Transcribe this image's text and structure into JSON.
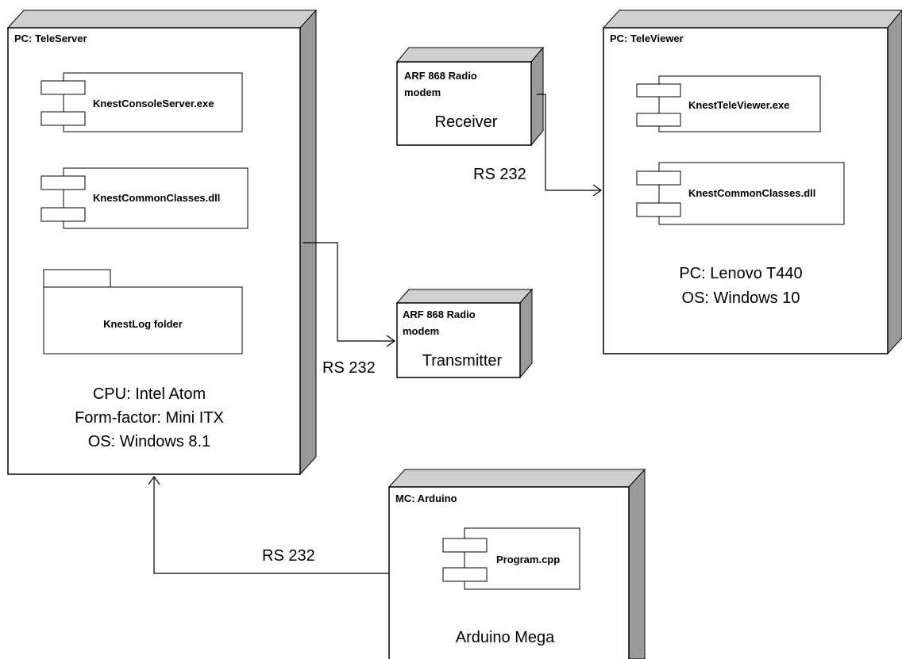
{
  "nodes": {
    "teleserver": {
      "title": "PC: TeleServer",
      "components": [
        "KnestConsoleServer.exe",
        "KnestCommonClasses.dll"
      ],
      "folder": "KnestLog folder",
      "specs": [
        "CPU: Intel Atom",
        "Form-factor: Mini ITX",
        "OS: Windows 8.1"
      ]
    },
    "receiver": {
      "title_line1": "ARF 868 Radio",
      "title_line2": "modem",
      "role": "Receiver"
    },
    "transmitter": {
      "title_line1": "ARF 868 Radio",
      "title_line2": "modem",
      "role": "Transmitter"
    },
    "televiewer": {
      "title": "PC: TeleViewer",
      "components": [
        "KnestTeleViewer.exe",
        "KnestCommonClasses.dll"
      ],
      "specs": [
        "PC: Lenovo T440",
        "OS: Windows 10"
      ]
    },
    "arduino": {
      "title": "MC: Arduino",
      "components": [
        "Program.cpp"
      ],
      "specs": [
        "Arduino Mega"
      ]
    }
  },
  "connections": {
    "receiver_to_viewer": "RS 232",
    "server_to_transmitter": "RS 232",
    "arduino_to_server": "RS 232"
  }
}
